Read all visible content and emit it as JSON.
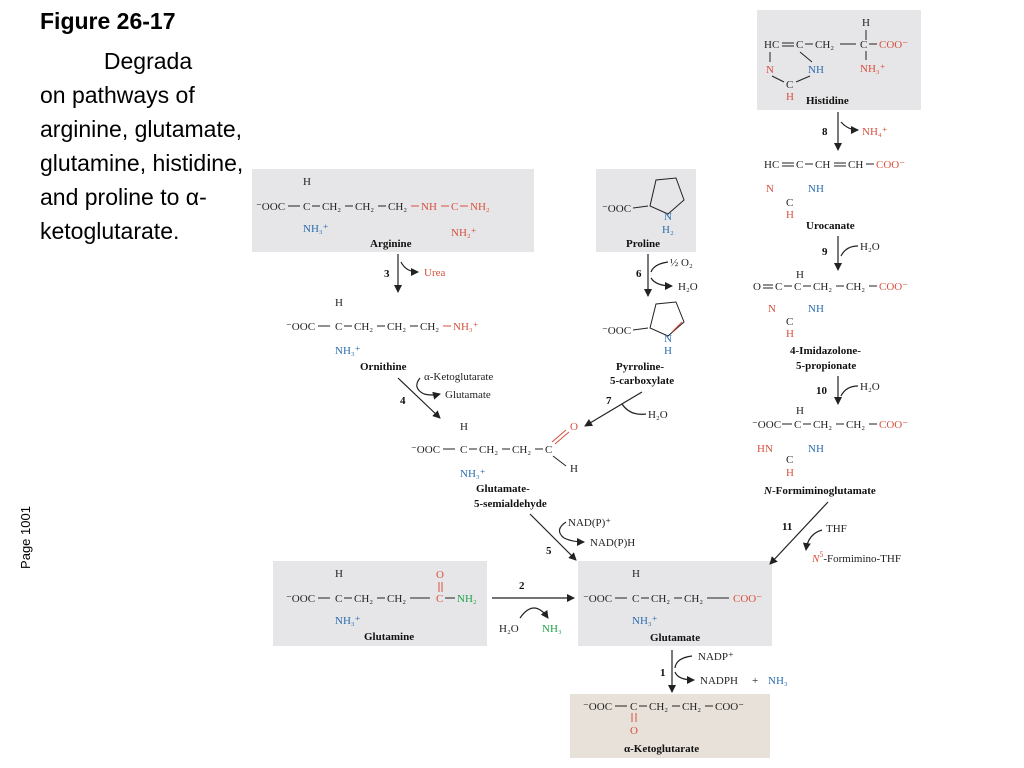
{
  "slide": {
    "title": "Figure 26-17",
    "caption": "          Degrada\non pathways of arginine, glutamate, glutamine, histidine, and proline to α-ketoglutarate.",
    "page_label": "Page 1001"
  },
  "colors": {
    "box": "#e6e6e8",
    "final_box": "#e8e1da",
    "red": "#d9503c",
    "blue": "#2b6cb0",
    "green": "#1fa34a"
  },
  "compounds": {
    "histidine": "Histidine",
    "urocanate": "Urocanate",
    "imidazolone_1": "4-Imidazolone-",
    "imidazolone_2": "5-propionate",
    "formimino_prefix": "N",
    "formimino_rest": "-Formiminoglutamate",
    "arginine": "Arginine",
    "proline": "Proline",
    "ornithine": "Ornithine",
    "pyrroline_1": "Pyrroline-",
    "pyrroline_2": "5-carboxylate",
    "semialdehyde_1": "Glutamate-",
    "semialdehyde_2": "5-semialdehyde",
    "glutamine": "Glutamine",
    "glutamate": "Glutamate",
    "akg": "α-Ketoglutarate"
  },
  "steps": {
    "s1": "1",
    "s2": "2",
    "s3": "3",
    "s4": "4",
    "s5": "5",
    "s6": "6",
    "s7": "7",
    "s8": "8",
    "s9": "9",
    "s10": "10",
    "s11": "11"
  },
  "cofactors": {
    "nh4": "NH₄⁺",
    "h2o": "H₂O",
    "urea": "Urea",
    "half_o2": "½ O₂",
    "akg_in": "α-Ketoglutarate",
    "glutamate_out": "Glutamate",
    "nadp_in": "NAD(P)⁺",
    "nadph_out": "NAD(P)H",
    "thf": "THF",
    "n5_prefix": "N",
    "n5_sup": "5",
    "n5_rest": "-Formimino-THF",
    "nh3": "NH₃",
    "nadp": "NADP⁺",
    "nadph": "NADPH",
    "plus": "+"
  }
}
